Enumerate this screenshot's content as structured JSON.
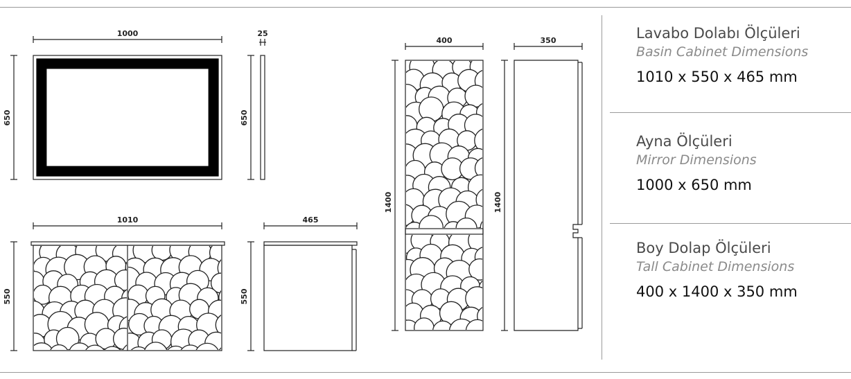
{
  "colors": {
    "line": "#222222",
    "frame_line": "#9a9a9a",
    "mirror_frame": "#000000",
    "text_dark": "#111111",
    "text_muted": "#8a8a8a"
  },
  "dimensions": {
    "mirror_width": "1000",
    "mirror_height": "650",
    "mirror_side_height": "650",
    "mirror_depth": "25",
    "basin_width": "1010",
    "basin_height": "550",
    "basin_side_height": "550",
    "basin_depth": "465",
    "tall_width": "400",
    "tall_height": "1400",
    "tall_side_height": "1400",
    "tall_depth": "350"
  },
  "specs": [
    {
      "title_tr": "Lavabo Dolabı Ölçüleri",
      "title_en": "Basin Cabinet Dimensions",
      "value": "1010 x 550 x 465 mm"
    },
    {
      "title_tr": "Ayna Ölçüleri",
      "title_en": "Mirror Dimensions",
      "value": "1000 x 650 mm"
    },
    {
      "title_tr": "Boy Dolap Ölçüleri",
      "title_en": "Tall Cabinet Dimensions",
      "value": "400 x 1400 x 350 mm"
    }
  ]
}
